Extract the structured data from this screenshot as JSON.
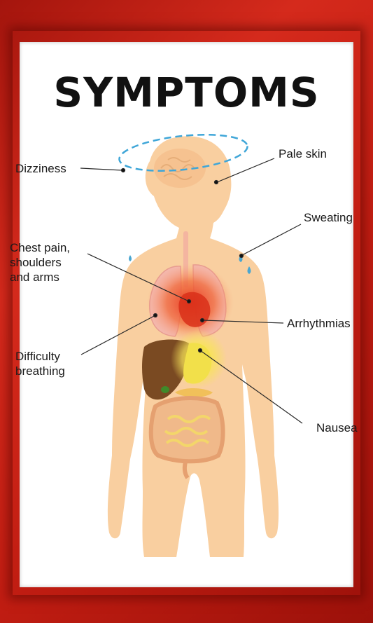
{
  "title": "SYMPTOMS",
  "labels": {
    "dizziness": "Dizziness",
    "pale_skin": "Pale skin",
    "sweating": "Sweating",
    "chest_pain": "Chest pain,\nshoulders\nand arms",
    "arrhythmias": "Arrhythmias",
    "difficulty_breathing": "Difficulty\nbreathing",
    "nausea": "Nausea"
  },
  "colors": {
    "frame": "#c11d12",
    "skin": "#f9cfa0",
    "leader_line": "#2a2a2a",
    "halo": "#3fa6d8"
  }
}
